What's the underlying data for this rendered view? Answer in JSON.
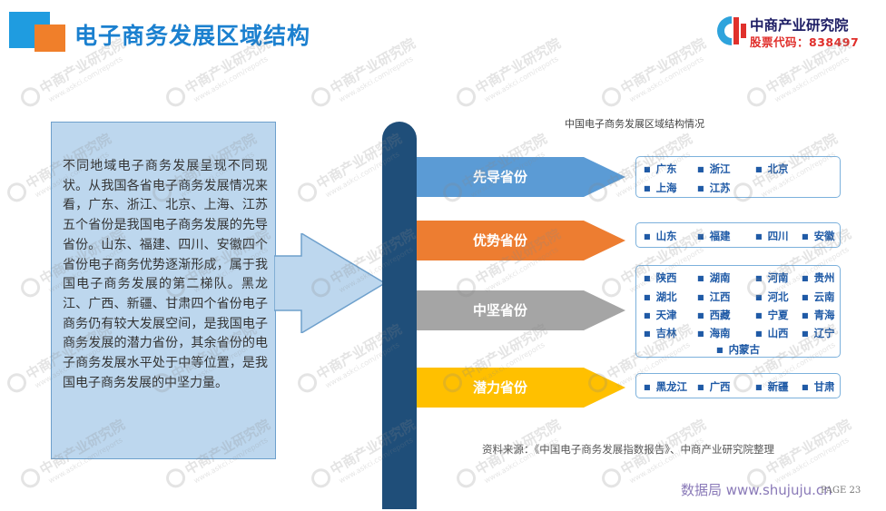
{
  "title": "电子商务发展区域结构",
  "logo": {
    "name": "中商产业研究院",
    "stock_code": "股票代码：838497"
  },
  "watermark": {
    "name": "中商产业研究院",
    "url": "www.askci.com/reports"
  },
  "intro_text": "不同地域电子商务发展呈现不同现状。从我国各省电子商务发展情况来看，广东、浙江、北京、上海、江苏五个省份是我国电子商务发展的先导省份。山东、福建、四川、安徽四个省份电子商务优势逐渐形成，属于我国电子商务发展的第二梯队。黑龙江、广西、新疆、甘肃四个省份电子商务仍有较大发展空间，是我国电子商务发展的潜力省份，其余省份的电子商务发展水平处于中等位置，是我国电子商务发展的中坚力量。",
  "chart_caption": "中国电子商务发展区域结构情况",
  "tiers": [
    {
      "label": "先导省份",
      "color": "#5b9bd5",
      "provinces": [
        "广东",
        "浙江",
        "北京",
        "上海",
        "江苏"
      ]
    },
    {
      "label": "优势省份",
      "color": "#ed7d31",
      "provinces": [
        "山东",
        "福建",
        "四川",
        "安徽"
      ]
    },
    {
      "label": "中坚省份",
      "color": "#a5a5a5",
      "provinces": [
        "陕西",
        "湖南",
        "河南",
        "贵州",
        "湖北",
        "江西",
        "河北",
        "云南",
        "天津",
        "西藏",
        "宁夏",
        "青海",
        "吉林",
        "海南",
        "山西",
        "辽宁",
        "内蒙古"
      ]
    },
    {
      "label": "潜力省份",
      "color": "#ffc000",
      "provinces": [
        "黑龙江",
        "广西",
        "新疆",
        "甘肃"
      ]
    }
  ],
  "source": "资料来源：《中国电子商务发展指数报告》、中商产业研究院整理",
  "footer": {
    "site": "数据局 www.shujuju.cn",
    "page": "PAGE 23"
  },
  "colors": {
    "title_blue": "#1b80cf",
    "accent_blue": "#1f9ce0",
    "accent_orange": "#f07f2a",
    "spine": "#1f4e79",
    "text_box": "#bdd7ee"
  }
}
